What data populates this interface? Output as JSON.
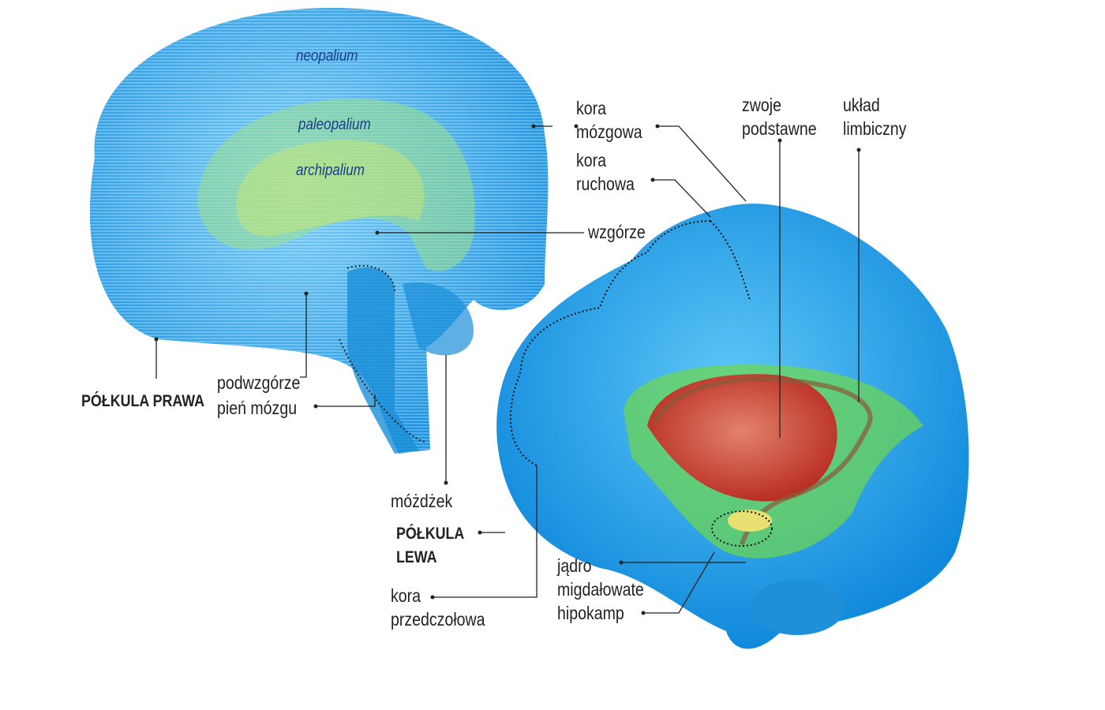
{
  "right_hemisphere": {
    "title": "PÓŁKULA PRAWA",
    "zones": [
      "neopalium",
      "paleopalium",
      "archipalium"
    ],
    "labels": {
      "thalamus": "wzgórze",
      "hypothalamus": "podwzgórze",
      "brainstem": "pień mózgu",
      "cerebellum": "móżdżek"
    }
  },
  "left_hemisphere": {
    "title_line1": "PÓŁKULA",
    "title_line2": "LEWA",
    "labels": {
      "cortex_1": "kora",
      "cortex_2": "mózgowa",
      "motor_1": "kora",
      "motor_2": "ruchowa",
      "basal_1": "zwoje",
      "basal_2": "podstawne",
      "limbic_1": "układ",
      "limbic_2": "limbiczny",
      "prefrontal_1": "kora",
      "prefrontal_2": "przedczołowa",
      "amygdala_1": "jądro",
      "amygdala_2": "migdałowate",
      "hippocampus": "hipokamp"
    }
  },
  "colors": {
    "brain": "#2fa9ea",
    "limbic": "#6fd94a",
    "basal": "#e0302a",
    "line": "#222222"
  }
}
